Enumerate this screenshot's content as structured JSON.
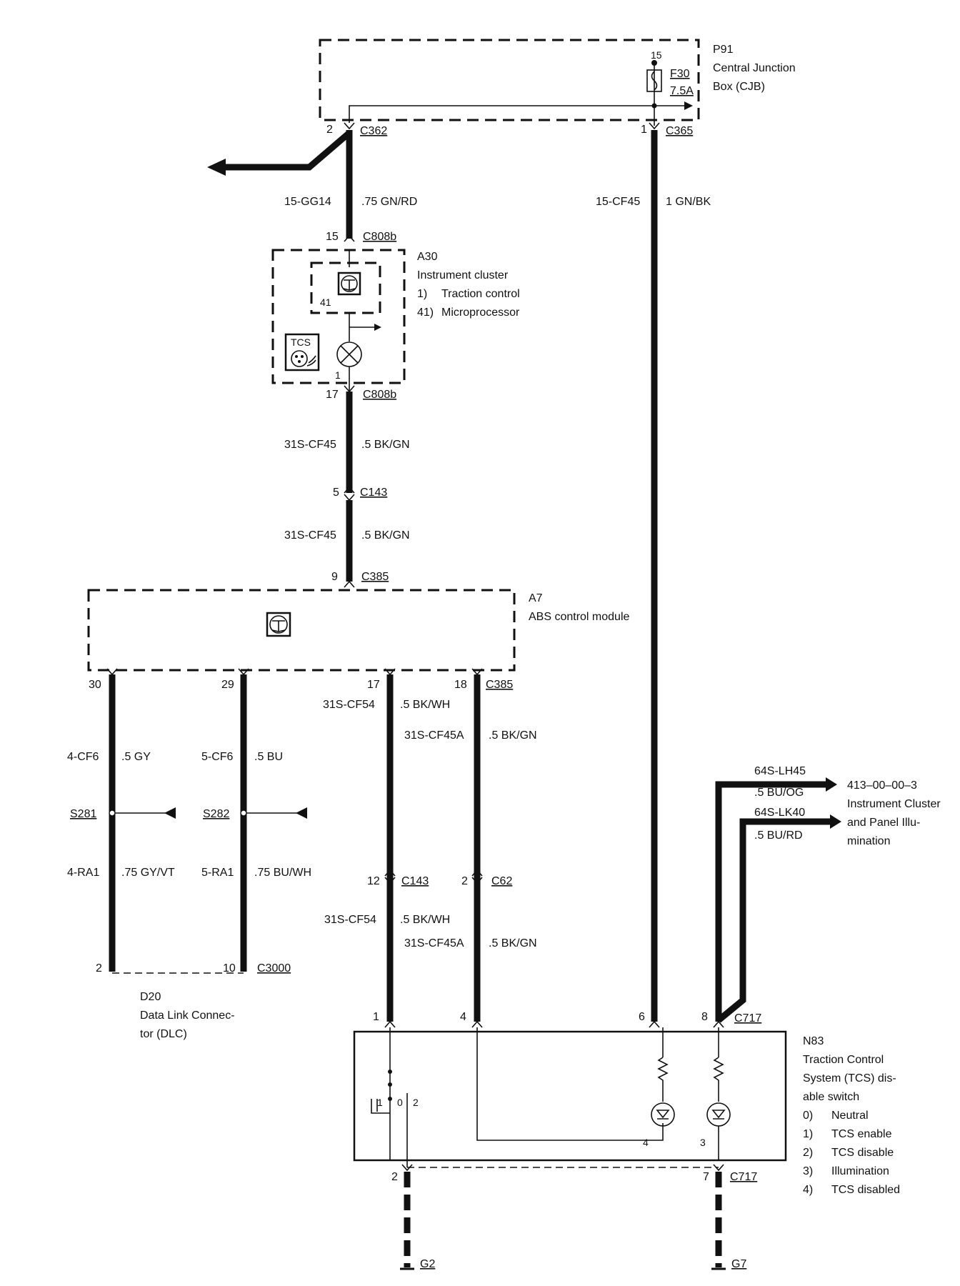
{
  "components": {
    "cjb": {
      "id": "P91",
      "name_line1": "Central Junction",
      "name_line2": "Box (CJB)",
      "fuse_id": "F30",
      "fuse_rating": "7.5A",
      "fuse_pin": "15"
    },
    "cluster": {
      "id": "A30",
      "name": "Instrument cluster",
      "items": [
        {
          "num": "1)",
          "text": "Traction control"
        },
        {
          "num": "41)",
          "text": "Microprocessor"
        }
      ],
      "label_41": "41",
      "label_1": "1",
      "tcs_icon_label": "TCS"
    },
    "abs": {
      "id": "A7",
      "name": "ABS control module"
    },
    "dlc": {
      "id": "D20",
      "name_line1": "Data Link Connec-",
      "name_line2": "tor (DLC)"
    },
    "switch": {
      "id": "N83",
      "name_line1": "Traction Control",
      "name_line2": "System (TCS) dis-",
      "name_line3": "able switch",
      "items": [
        {
          "num": "0)",
          "text": "Neutral"
        },
        {
          "num": "1)",
          "text": "TCS enable"
        },
        {
          "num": "2)",
          "text": "TCS disable"
        },
        {
          "num": "3)",
          "text": "Illumination"
        },
        {
          "num": "4)",
          "text": "TCS disabled"
        }
      ],
      "pos_1": "1",
      "pos_0": "0",
      "pos_2": "2",
      "lamp_4": "4",
      "lamp_3": "3"
    }
  },
  "connectors": {
    "c362": {
      "name": "C362",
      "pin": "2"
    },
    "c365": {
      "name": "C365",
      "pin": "1"
    },
    "c808b_top": {
      "name": "C808b",
      "pin": "15"
    },
    "c808b_bot": {
      "name": "C808b",
      "pin": "17"
    },
    "c143_a": {
      "name": "C143",
      "pin": "5"
    },
    "c385_in": {
      "name": "C385",
      "pin": "9"
    },
    "abs_pins": {
      "p30": "30",
      "p29": "29",
      "p17": "17",
      "p18": "18",
      "conn": "C385"
    },
    "c143_b": {
      "name": "C143",
      "pin": "12"
    },
    "c62": {
      "name": "C62",
      "pin": "2"
    },
    "c3000": {
      "name": "C3000",
      "pin_a": "2",
      "pin_b": "10"
    },
    "c717_top": {
      "name": "C717",
      "p1": "1",
      "p4": "4",
      "p6": "6",
      "p8": "8"
    },
    "c717_bot": {
      "name": "C717",
      "p2": "2",
      "p7": "7"
    }
  },
  "wires": {
    "w_gg14": {
      "circuit": "15-GG14",
      "spec": ".75 GN/RD"
    },
    "w_cf45_main": {
      "circuit": "15-CF45",
      "spec": "1 GN/BK"
    },
    "w_31s_cf45_a": {
      "circuit": "31S-CF45",
      "spec": ".5 BK/GN"
    },
    "w_31s_cf45_b": {
      "circuit": "31S-CF45",
      "spec": ".5 BK/GN"
    },
    "w_cf54_a": {
      "circuit": "31S-CF54",
      "spec": ".5 BK/WH"
    },
    "w_cf45a_a": {
      "circuit": "31S-CF45A",
      "spec": ".5 BK/GN"
    },
    "w_cf6": {
      "circuit": "4-CF6",
      "spec": ".5 GY"
    },
    "w_5cf6": {
      "circuit": "5-CF6",
      "spec": ".5 BU"
    },
    "w_ra1": {
      "circuit": "4-RA1",
      "spec": ".75 GY/VT"
    },
    "w_5ra1": {
      "circuit": "5-RA1",
      "spec": ".75 BU/WH"
    },
    "w_cf54_b": {
      "circuit": "31S-CF54",
      "spec": ".5 BK/WH"
    },
    "w_cf45a_b": {
      "circuit": "31S-CF45A",
      "spec": ".5 BK/GN"
    },
    "w_lh45": {
      "circuit": "64S-LH45",
      "spec": ".5 BU/OG"
    },
    "w_lk40": {
      "circuit": "64S-LK40",
      "spec": ".5 BU/RD"
    }
  },
  "splices": {
    "s281": "S281",
    "s282": "S282"
  },
  "reference": {
    "code": "413–00–00–3",
    "line1": "Instrument Cluster",
    "line2": "and Panel Illu-",
    "line3": "mination"
  },
  "grounds": {
    "g2": "G2",
    "g7": "G7"
  }
}
